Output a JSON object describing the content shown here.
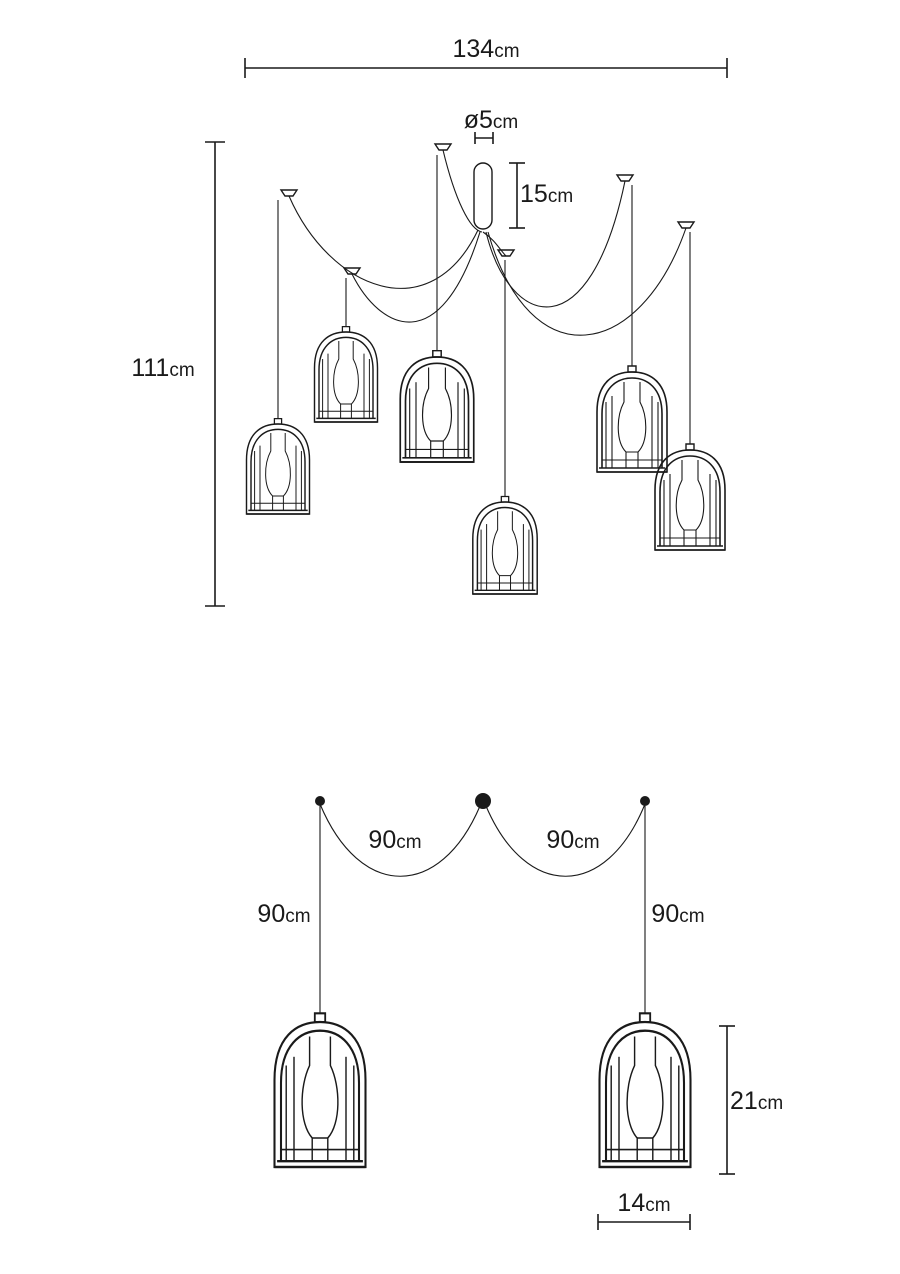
{
  "top_view": {
    "width": {
      "value": "134",
      "unit": "cm"
    },
    "height": {
      "value": "111",
      "unit": "cm"
    },
    "canopy_diameter": {
      "value": "ø5",
      "unit": "cm"
    },
    "canopy_height": {
      "value": "15",
      "unit": "cm"
    }
  },
  "detail_view": {
    "cable_left": {
      "value": "90",
      "unit": "cm"
    },
    "cable_right": {
      "value": "90",
      "unit": "cm"
    },
    "drop_left": {
      "value": "90",
      "unit": "cm"
    },
    "drop_right": {
      "value": "90",
      "unit": "cm"
    },
    "shade_height": {
      "value": "21",
      "unit": "cm"
    },
    "shade_width": {
      "value": "14",
      "unit": "cm"
    }
  }
}
